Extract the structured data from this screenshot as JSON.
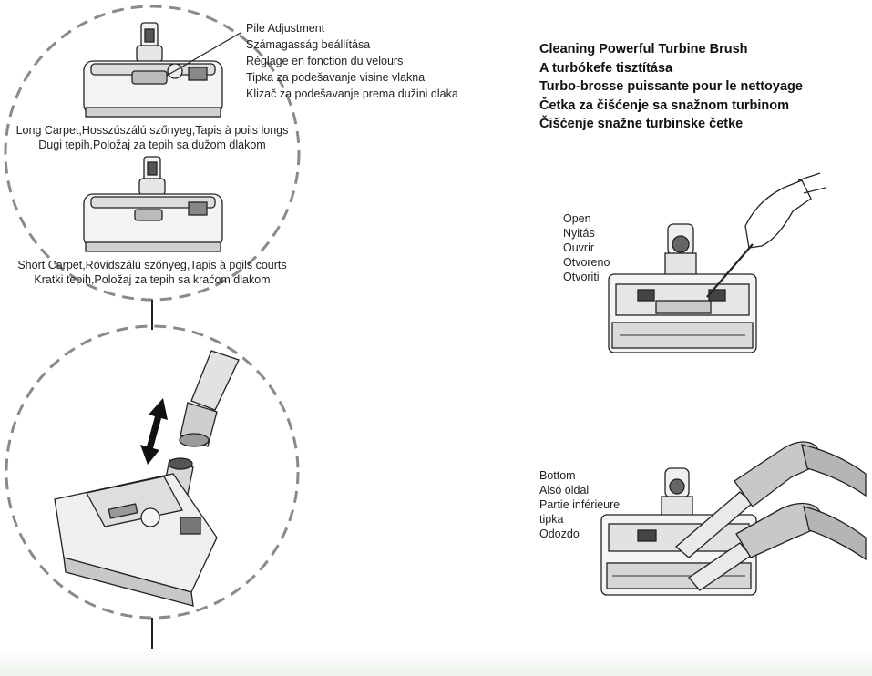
{
  "pile_adjustment_labels": [
    "Pile Adjustment",
    "Számagasság beállítása",
    "Réglage en fonction du velours",
    "Tipka za podešavanje visine vlakna",
    "Klizač za podešavanje prema dužini dlaka"
  ],
  "long_carpet_labels": [
    "Long Carpet,Hosszúszálú szőnyeg,Tapis à poils longs",
    "Dugi tepih,Položaj za tepih sa dužom dlakom"
  ],
  "short_carpet_labels": [
    "Short Carpet,Rövidszálú szőnyeg,Tapis à poils courts",
    "Kratki tepih,Položaj za tepih sa kraćom dlakom"
  ],
  "cleaning_titles": [
    "Cleaning Powerful Turbine Brush",
    "A turbókefe tisztítása",
    "Turbo-brosse puissante pour le nettoyage",
    "Četka za čišćenje sa snažnom turbinom",
    "Čišćenje snažne turbinske četke"
  ],
  "open_labels": [
    "Open",
    "Nyitás",
    "Ouvrir",
    "Otvoreno",
    "Otvoriti"
  ],
  "bottom_labels": [
    "Bottom",
    "Alsó oldal",
    "Partie inférieure",
    "tipka",
    "Odozdo"
  ],
  "colors": {
    "ink": "#222222",
    "dash": "#8a8a8a",
    "fill_light": "#ededed",
    "fill_mid": "#bdbdbd",
    "fill_dark": "#7a7a7a"
  }
}
